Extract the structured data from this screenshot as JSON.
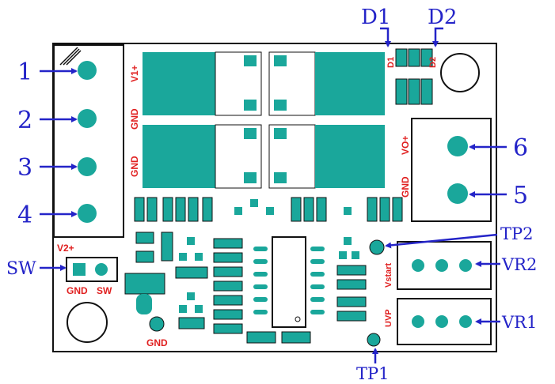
{
  "colors": {
    "pad": "#1aa79b",
    "silk_text": "#e02020",
    "callout": "#2424c8",
    "outline": "#111111",
    "board": "#ffffff"
  },
  "callouts": {
    "pin1": "1",
    "pin2": "2",
    "pin3": "3",
    "pin4": "4",
    "pin5": "5",
    "pin6": "6",
    "sw": "SW",
    "d1": "D1",
    "d2": "D2",
    "tp1": "TP1",
    "tp2": "TP2",
    "vr1": "VR1",
    "vr2": "VR2"
  },
  "silkscreen": {
    "v1_plus": "V1+",
    "gnd_top": "GND",
    "gnd_mid": "GND",
    "d1": "D1",
    "d2": "D2",
    "vo_plus": "VO+",
    "gnd_right": "GND",
    "v2_plus": "V2+",
    "sw_gnd": "GND",
    "sw_sw": "SW",
    "gnd_bottom": "GND",
    "vstart": "Vstart",
    "uvp": "UVP"
  }
}
